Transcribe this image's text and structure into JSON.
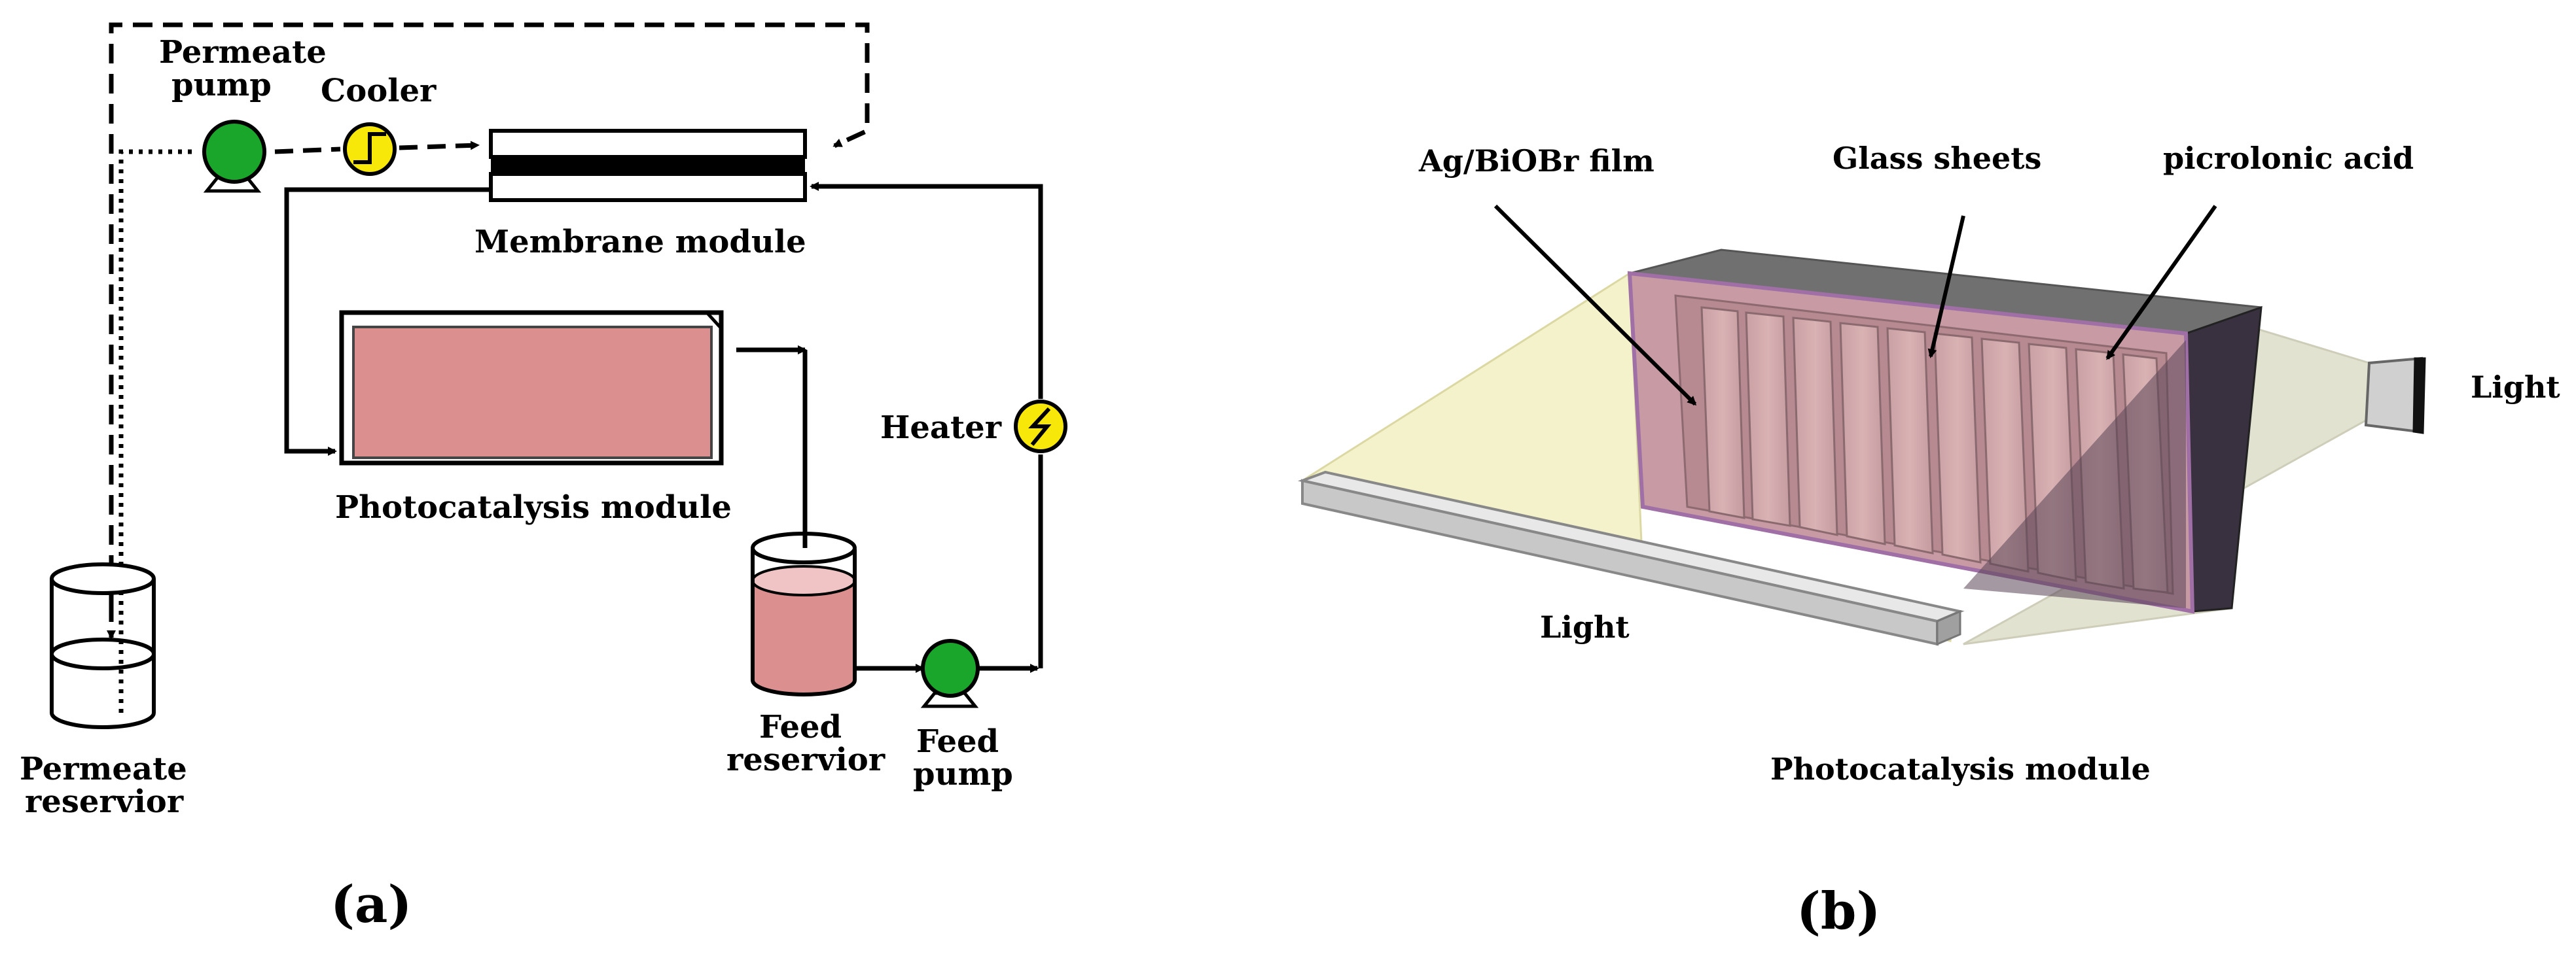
{
  "panel_a": {
    "permeate_pump": [
      "Permeate",
      "pump"
    ],
    "cooler": "Cooler",
    "membrane_module": "Membrane module",
    "photocatalysis_module": "Photocatalysis module",
    "heater": "Heater",
    "permeate_reservoir": [
      "Permeate",
      "reservior"
    ],
    "feed_reservoir": [
      "Feed",
      "reservior"
    ],
    "feed_pump": [
      "Feed",
      "pump"
    ],
    "caption": "(a)"
  },
  "panel_b": {
    "film_label": "Ag/BiOBr film",
    "glass_label": "Glass sheets",
    "acid_label": "picrolonic acid",
    "light_right": "Light",
    "light_bottom": "Light",
    "module_label": "Photocatalysis module",
    "caption": "(b)"
  },
  "colors": {
    "pump_green": "#1aa52b",
    "heater_yellow": "#f7e80a",
    "liquid_pink": "#dc8f8f",
    "light_yellow": "#f3f1c6",
    "box_purple": "#9f6fa6"
  }
}
